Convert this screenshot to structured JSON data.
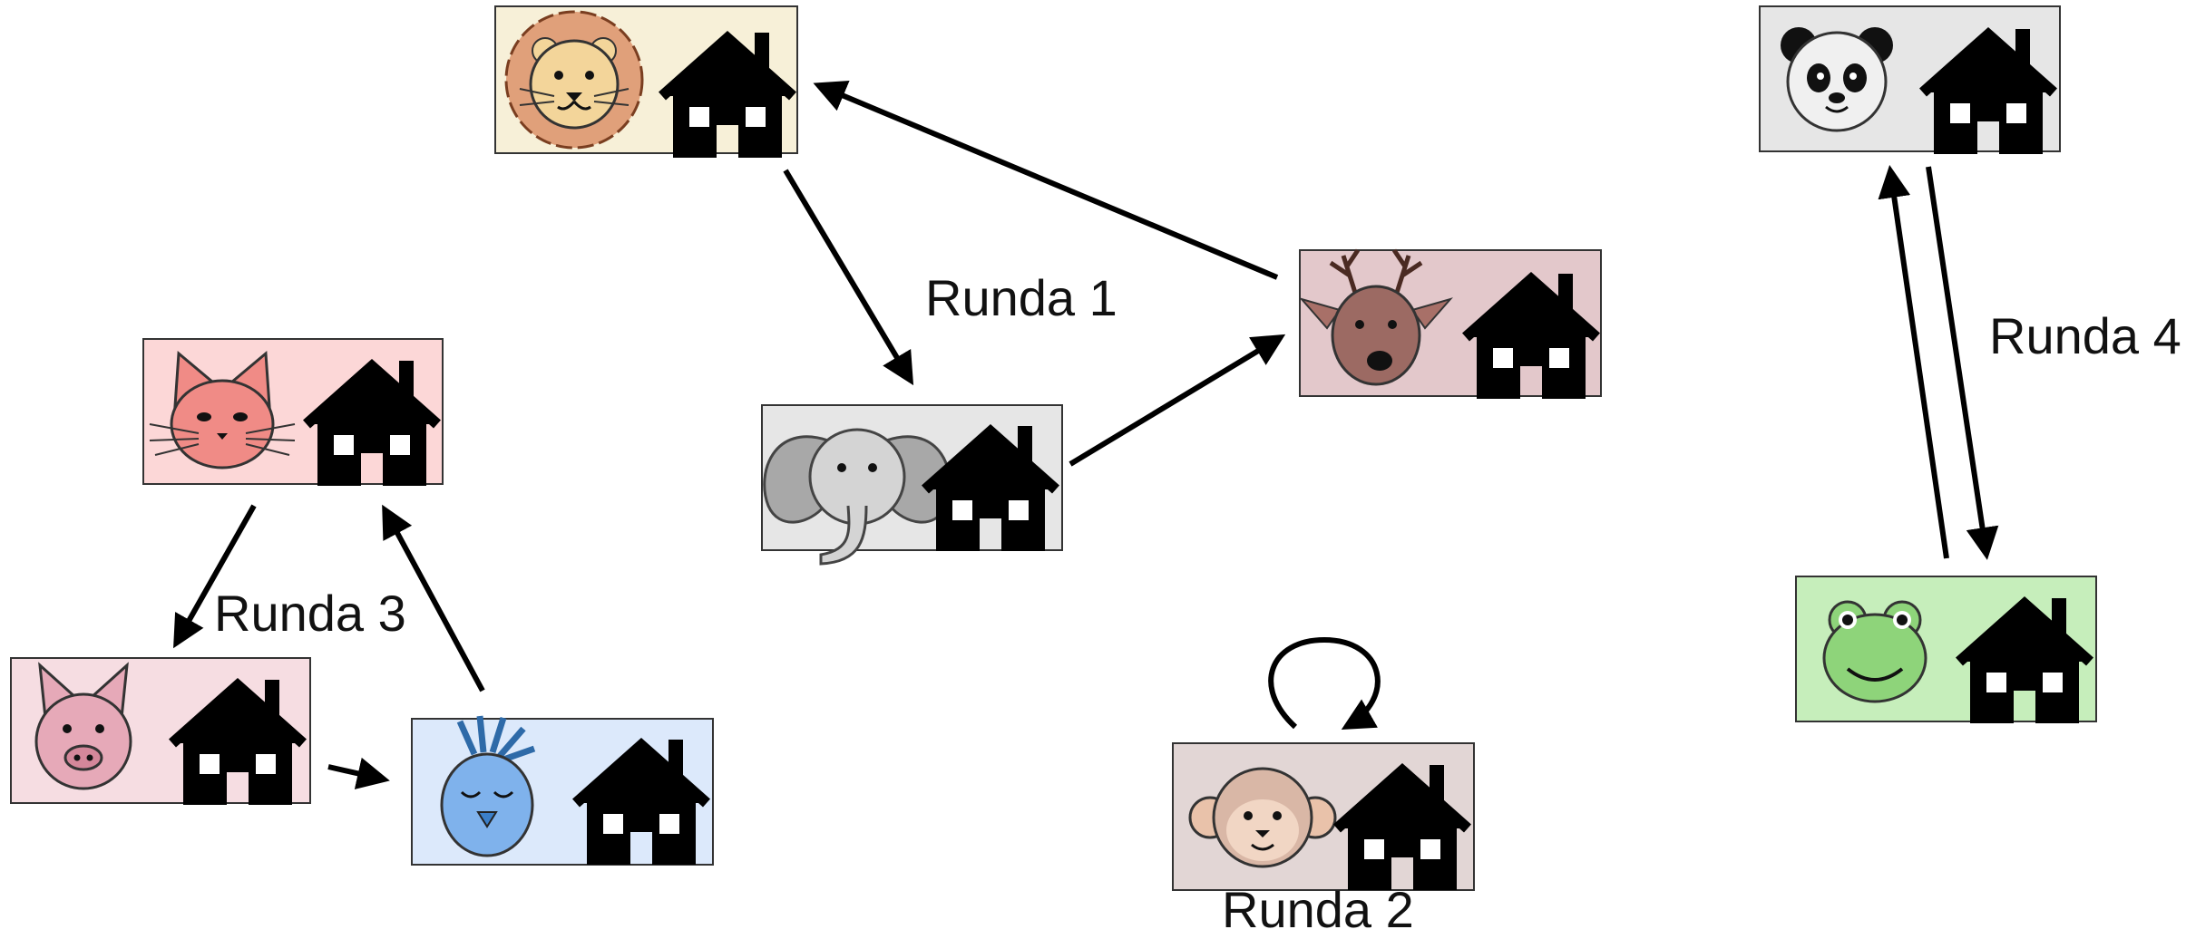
{
  "colors": {
    "lion": "#f7f0d8",
    "deer": "#e3c8cb",
    "elephant": "#e6e6e6",
    "cat": "#fcd7d7",
    "pig": "#f6dde2",
    "bird": "#dce9fb",
    "monkey": "#e2d6d5",
    "panda": "#e6e6e6",
    "frog": "#c6eebb"
  },
  "rounds": {
    "r1": "Runda 1",
    "r2": "Runda 2",
    "r3": "Runda 3",
    "r4": "Runda 4"
  },
  "nodes": [
    {
      "id": "lion",
      "animal": "lion-icon",
      "home": "house-icon"
    },
    {
      "id": "deer",
      "animal": "deer-icon",
      "home": "house-icon"
    },
    {
      "id": "elephant",
      "animal": "elephant-icon",
      "home": "house-icon"
    },
    {
      "id": "cat",
      "animal": "cat-icon",
      "home": "house-icon"
    },
    {
      "id": "pig",
      "animal": "pig-icon",
      "home": "house-icon"
    },
    {
      "id": "bird",
      "animal": "bird-icon",
      "home": "house-icon"
    },
    {
      "id": "monkey",
      "animal": "monkey-icon",
      "home": "house-icon"
    },
    {
      "id": "panda",
      "animal": "panda-icon",
      "home": "house-icon"
    },
    {
      "id": "frog",
      "animal": "frog-icon",
      "home": "house-icon"
    }
  ],
  "edges": [
    {
      "from": "lion",
      "to": "elephant",
      "round": "Runda 1"
    },
    {
      "from": "elephant",
      "to": "deer",
      "round": "Runda 1"
    },
    {
      "from": "deer",
      "to": "lion",
      "round": "Runda 1"
    },
    {
      "from": "monkey",
      "to": "monkey",
      "round": "Runda 2"
    },
    {
      "from": "cat",
      "to": "pig",
      "round": "Runda 3"
    },
    {
      "from": "pig",
      "to": "bird",
      "round": "Runda 3"
    },
    {
      "from": "bird",
      "to": "cat",
      "round": "Runda 3"
    },
    {
      "from": "frog",
      "to": "panda",
      "round": "Runda 4"
    },
    {
      "from": "panda",
      "to": "frog",
      "round": "Runda 4"
    }
  ]
}
